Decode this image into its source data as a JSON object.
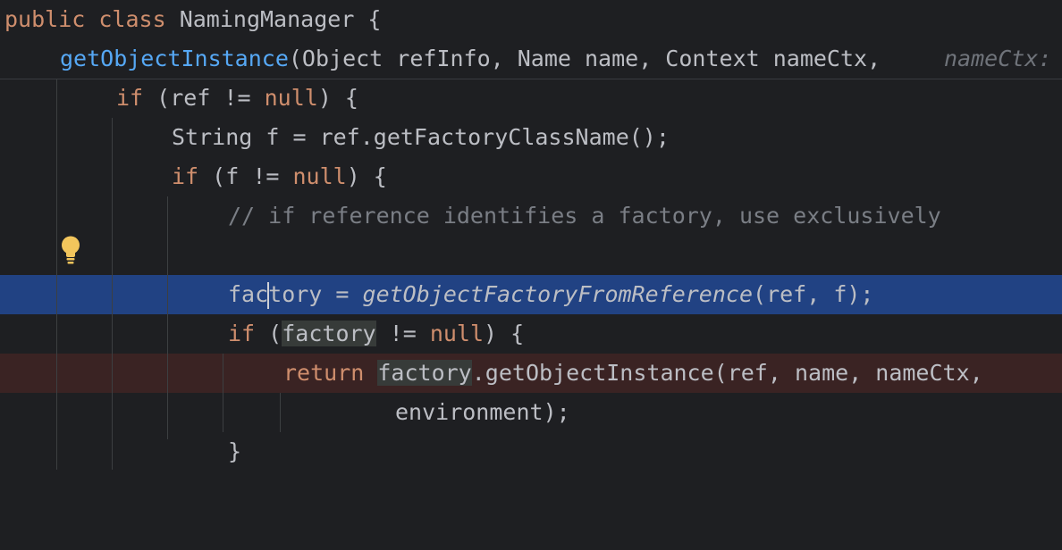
{
  "colors": {
    "background": "#1e1f22",
    "keyword": "#cf8e6d",
    "method": "#56a8f5",
    "comment": "#7a7e85",
    "caret_line": "#214283",
    "breakpoint_line": "#3a2323",
    "bulb": "#f2c55c"
  },
  "sticky": {
    "line1": {
      "kw1": "public",
      "kw2": "class",
      "name": "NamingManager {"
    },
    "line2": {
      "method": "getObjectInstance",
      "params": "(Object refInfo, Name name, Context nameCtx,",
      "hint": "nameCtx:"
    }
  },
  "code": {
    "l3": {
      "kw_if": "if",
      "p1": "(ref != ",
      "kw_null": "null",
      "p2": ") {"
    },
    "l4": {
      "text": "String f = ref.getFactoryClassName();"
    },
    "l5": {
      "kw_if": "if",
      "p1": "(f != ",
      "kw_null": "null",
      "p2": ") {"
    },
    "l6": {
      "comment": "// if reference identifies a factory, use exclusively"
    },
    "l8": {
      "pre": "fac",
      "post": "tory = ",
      "call": "getObjectFactoryFromReference",
      "args": "(ref, f);"
    },
    "l9": {
      "kw_if": "if",
      "p1": "(",
      "var": "factory",
      "p2": " != ",
      "kw_null": "null",
      "p3": ") {"
    },
    "l10": {
      "kw_return": "return",
      "var": "factory",
      "rest": ".getObjectInstance(ref, name, nameCtx,"
    },
    "l11": {
      "text": "environment);"
    },
    "l12": {
      "text": "}"
    }
  },
  "gutter": {
    "icon": "lightbulb-icon"
  }
}
